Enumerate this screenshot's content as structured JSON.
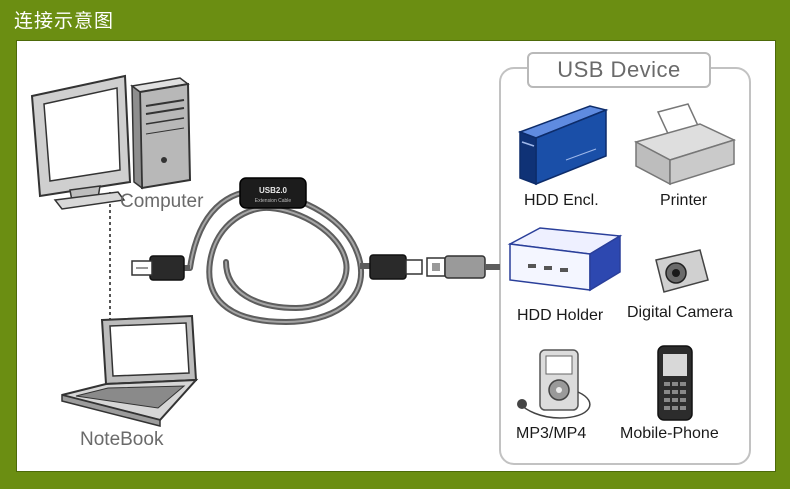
{
  "header": {
    "title": "连接示意图"
  },
  "hosts": {
    "computer_label": "Computer",
    "notebook_label": "NoteBook"
  },
  "cable": {
    "chip_line1": "USB2.0",
    "chip_line2": "Extension Cable"
  },
  "usb_device": {
    "title": "USB Device",
    "items": [
      {
        "label": "HDD Encl.",
        "icon": "hdd-enclosure-icon"
      },
      {
        "label": "Printer",
        "icon": "printer-icon"
      },
      {
        "label": "HDD Holder",
        "icon": "hdd-holder-icon"
      },
      {
        "label": "Digital Camera",
        "icon": "digital-camera-icon"
      },
      {
        "label": "MP3/MP4",
        "icon": "mp3-player-icon"
      },
      {
        "label": "Mobile-Phone",
        "icon": "mobile-phone-icon"
      }
    ]
  },
  "colors": {
    "frame": "#6b8e12",
    "hdd_blue": "#1a4fa8",
    "cable_gray": "#6e6e6e"
  }
}
